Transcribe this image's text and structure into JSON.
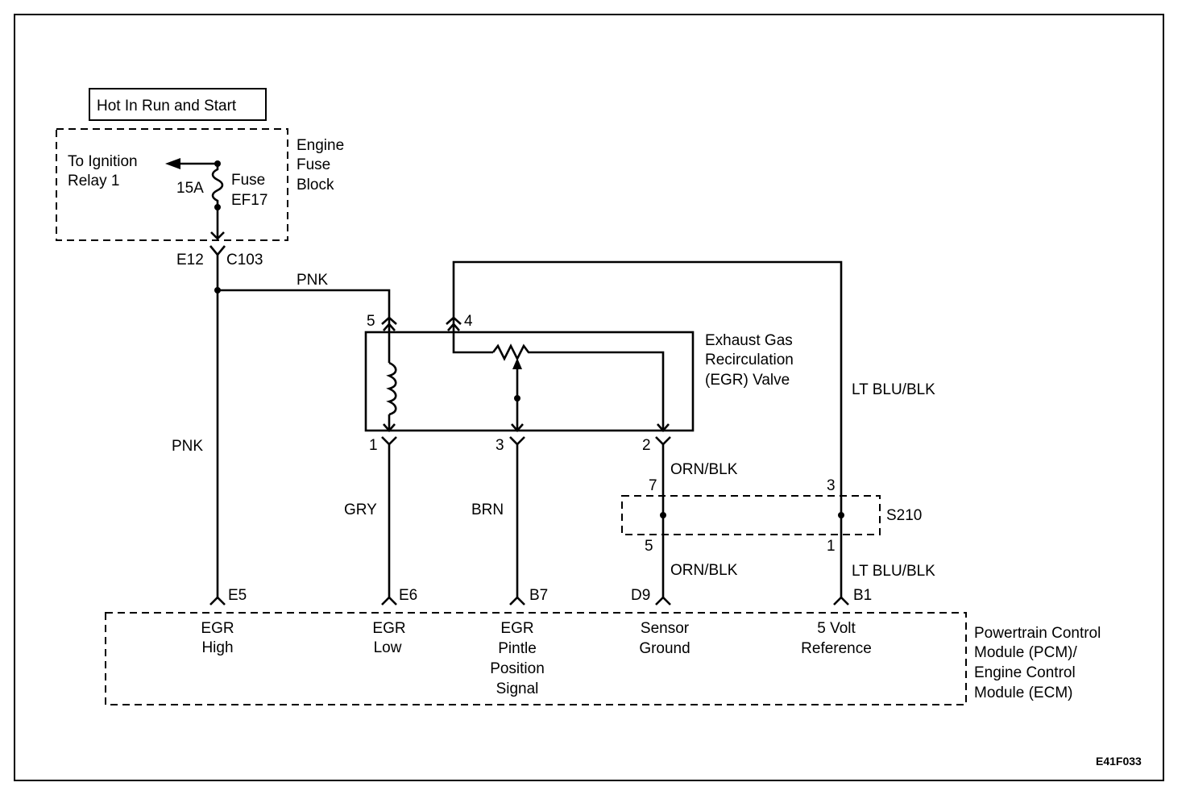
{
  "diagram": {
    "header_box": "Hot In Run and Start",
    "fuse_block": {
      "label_lines": [
        "Engine",
        "Fuse",
        "Block"
      ],
      "ignition_lines": [
        "To Ignition",
        "Relay 1"
      ],
      "fuse_rating": "15A",
      "fuse_name_lines": [
        "Fuse",
        "EF17"
      ]
    },
    "connector_c103": {
      "pin": "E12",
      "name": "C103"
    },
    "wires": {
      "pnk_top": "PNK",
      "pnk_left": "PNK",
      "gry": "GRY",
      "brn": "BRN",
      "orn_blk_upper": "ORN/BLK",
      "orn_blk_lower": "ORN/BLK",
      "lt_blu_blk_upper": "LT BLU/BLK",
      "lt_blu_blk_lower": "LT BLU/BLK"
    },
    "egr_valve": {
      "label_lines": [
        "Exhaust Gas",
        "Recirculation",
        "(EGR) Valve"
      ],
      "pins": {
        "p5": "5",
        "p4": "4",
        "p1": "1",
        "p3": "3",
        "p2": "2"
      }
    },
    "splice_s210": {
      "name": "S210",
      "pins": {
        "p7": "7",
        "p3": "3",
        "p5": "5",
        "p1": "1"
      }
    },
    "pcm": {
      "label_lines": [
        "Powertrain Control",
        "Module (PCM)/",
        "Engine  Control",
        "Module (ECM)"
      ],
      "terminals": [
        {
          "pin": "E5",
          "label_lines": [
            "EGR",
            "High"
          ]
        },
        {
          "pin": "E6",
          "label_lines": [
            "EGR",
            "Low"
          ]
        },
        {
          "pin": "B7",
          "label_lines": [
            "EGR",
            "Pintle",
            "Position",
            "Signal"
          ]
        },
        {
          "pin": "D9",
          "label_lines": [
            "Sensor",
            "Ground"
          ]
        },
        {
          "pin": "B1",
          "label_lines": [
            "5 Volt",
            "Reference"
          ]
        }
      ]
    },
    "figure_id": "E41F033"
  }
}
